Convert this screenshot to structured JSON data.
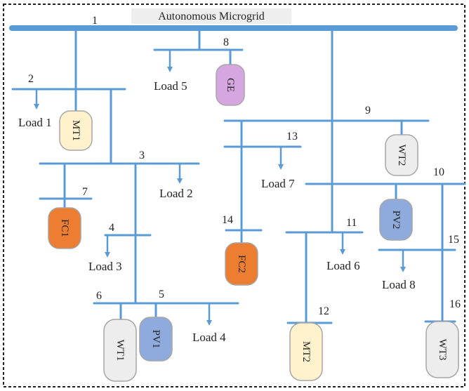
{
  "title": "Autonomous Microgrid",
  "colors": {
    "line": "#5b9bd5",
    "border": "#222222",
    "title_bg": "#eeeeee",
    "MT": "#fff2cc",
    "FC": "#ed7d31",
    "PV": "#8faadc",
    "WT": "#ededed",
    "GE": "#d5a6df",
    "gen_stroke": "#a6a6a6"
  },
  "bus_numbers": [
    "1",
    "2",
    "3",
    "4",
    "5",
    "6",
    "7",
    "8",
    "9",
    "10",
    "11",
    "12",
    "13",
    "14",
    "15",
    "16"
  ],
  "loads": [
    "Load 1",
    "Load 2",
    "Load 3",
    "Load 4",
    "Load 5",
    "Load 6",
    "Load 7",
    "Load 8"
  ],
  "generators": [
    {
      "label": "MT1",
      "type": "MT"
    },
    {
      "label": "FC1",
      "type": "FC"
    },
    {
      "label": "FC2",
      "type": "FC"
    },
    {
      "label": "PV1",
      "type": "PV"
    },
    {
      "label": "PV2",
      "type": "PV"
    },
    {
      "label": "WT1",
      "type": "WT"
    },
    {
      "label": "WT2",
      "type": "WT"
    },
    {
      "label": "WT3",
      "type": "WT"
    },
    {
      "label": "MT2",
      "type": "MT"
    },
    {
      "label": "GE",
      "type": "GE"
    }
  ]
}
